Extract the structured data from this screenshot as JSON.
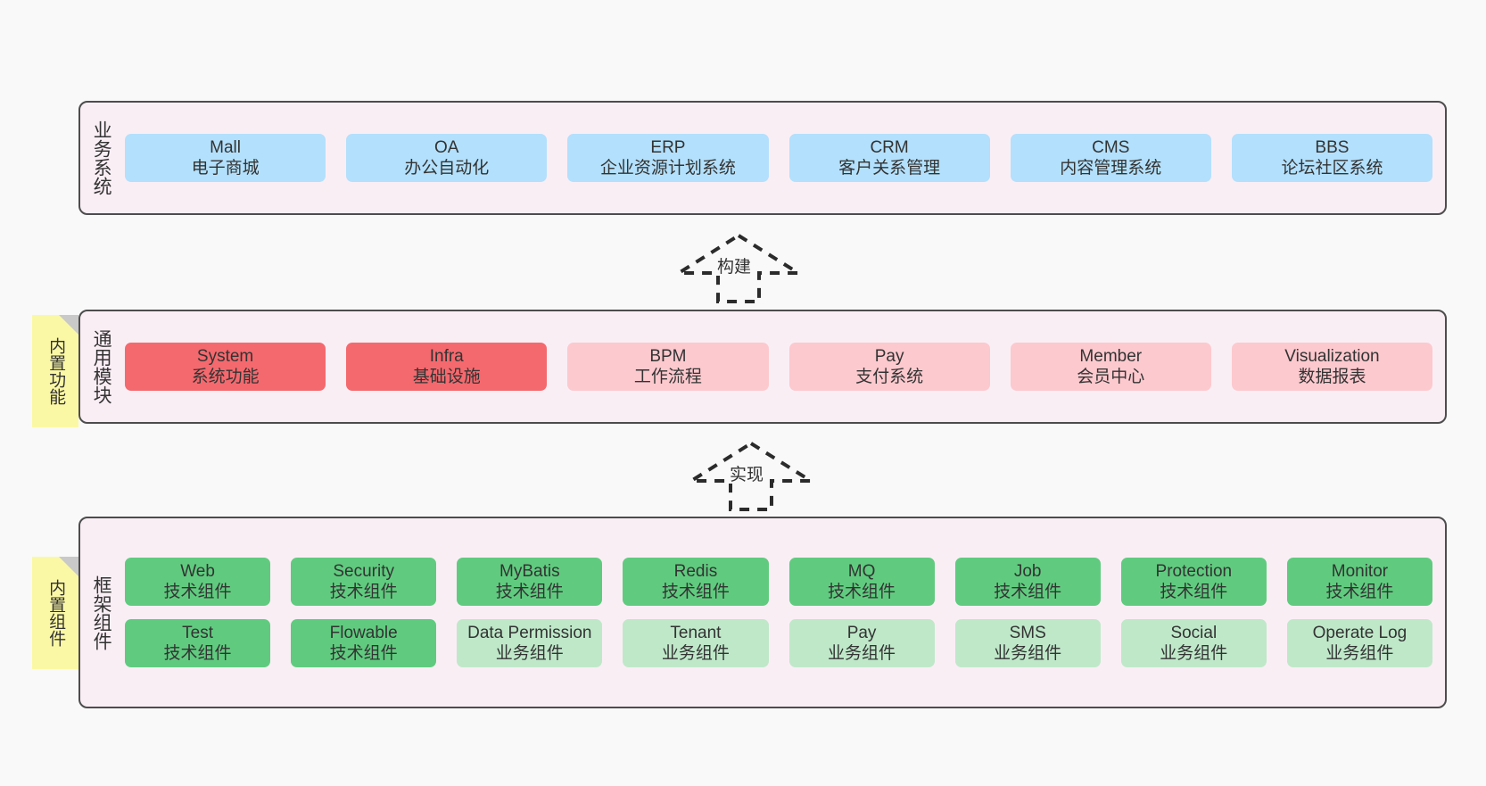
{
  "diagram": {
    "background": "#f9f9f9",
    "panel_fill": "#faeef5",
    "panel_stroke": "#4d4d4d",
    "note_fill": "#fbf8a5"
  },
  "layers": [
    {
      "title": "业务系统",
      "note": null,
      "rows": [
        [
          {
            "name": "Mall",
            "desc": "电子商城",
            "color": "#b3e0fc",
            "style": "n-blue"
          },
          {
            "name": "OA",
            "desc": "办公自动化",
            "color": "#b3e0fc",
            "style": "n-blue"
          },
          {
            "name": "ERP",
            "desc": "企业资源计划系统",
            "color": "#b3e0fc",
            "style": "n-blue"
          },
          {
            "name": "CRM",
            "desc": "客户关系管理",
            "color": "#b3e0fc",
            "style": "n-blue"
          },
          {
            "name": "CMS",
            "desc": "内容管理系统",
            "color": "#b3e0fc",
            "style": "n-blue"
          },
          {
            "name": "BBS",
            "desc": "论坛社区系统",
            "color": "#b3e0fc",
            "style": "n-blue"
          }
        ]
      ]
    },
    {
      "title": "通用模块",
      "note": "内置功能",
      "rows": [
        [
          {
            "name": "System",
            "desc": "系统功能",
            "color": "#f4696e",
            "style": "n-red"
          },
          {
            "name": "Infra",
            "desc": "基础设施",
            "color": "#f4696e",
            "style": "n-red"
          },
          {
            "name": "BPM",
            "desc": "工作流程",
            "color": "#fcc9ce",
            "style": "n-pink"
          },
          {
            "name": "Pay",
            "desc": "支付系统",
            "color": "#fcc9ce",
            "style": "n-pink"
          },
          {
            "name": "Member",
            "desc": "会员中心",
            "color": "#fcc9ce",
            "style": "n-pink"
          },
          {
            "name": "Visualization",
            "desc": "数据报表",
            "color": "#fcc9ce",
            "style": "n-pink"
          }
        ]
      ]
    },
    {
      "title": "框架组件",
      "note": "内置组件",
      "rows": [
        [
          {
            "name": "Web",
            "desc": "技术组件",
            "color": "#60cb7f",
            "style": "n-green"
          },
          {
            "name": "Security",
            "desc": "技术组件",
            "color": "#60cb7f",
            "style": "n-green"
          },
          {
            "name": "MyBatis",
            "desc": "技术组件",
            "color": "#60cb7f",
            "style": "n-green"
          },
          {
            "name": "Redis",
            "desc": "技术组件",
            "color": "#60cb7f",
            "style": "n-green"
          },
          {
            "name": "MQ",
            "desc": "技术组件",
            "color": "#60cb7f",
            "style": "n-green"
          },
          {
            "name": "Job",
            "desc": "技术组件",
            "color": "#60cb7f",
            "style": "n-green"
          },
          {
            "name": "Protection",
            "desc": "技术组件",
            "color": "#60cb7f",
            "style": "n-green"
          },
          {
            "name": "Monitor",
            "desc": "技术组件",
            "color": "#60cb7f",
            "style": "n-green"
          }
        ],
        [
          {
            "name": "Test",
            "desc": "技术组件",
            "color": "#60cb7f",
            "style": "n-green"
          },
          {
            "name": "Flowable",
            "desc": "技术组件",
            "color": "#60cb7f",
            "style": "n-green"
          },
          {
            "name": "Data Permission",
            "desc": "业务组件",
            "color": "#bfe8c9",
            "style": "n-lightgreen"
          },
          {
            "name": "Tenant",
            "desc": "业务组件",
            "color": "#bfe8c9",
            "style": "n-lightgreen"
          },
          {
            "name": "Pay",
            "desc": "业务组件",
            "color": "#bfe8c9",
            "style": "n-lightgreen"
          },
          {
            "name": "SMS",
            "desc": "业务组件",
            "color": "#bfe8c9",
            "style": "n-lightgreen"
          },
          {
            "name": "Social",
            "desc": "业务组件",
            "color": "#bfe8c9",
            "style": "n-lightgreen"
          },
          {
            "name": "Operate Log",
            "desc": "业务组件",
            "color": "#bfe8c9",
            "style": "n-lightgreen"
          }
        ]
      ]
    }
  ],
  "connectors": [
    {
      "label": "构建",
      "from": "通用模块",
      "to": "业务系统"
    },
    {
      "label": "实现",
      "from": "框架组件",
      "to": "通用模块"
    }
  ]
}
